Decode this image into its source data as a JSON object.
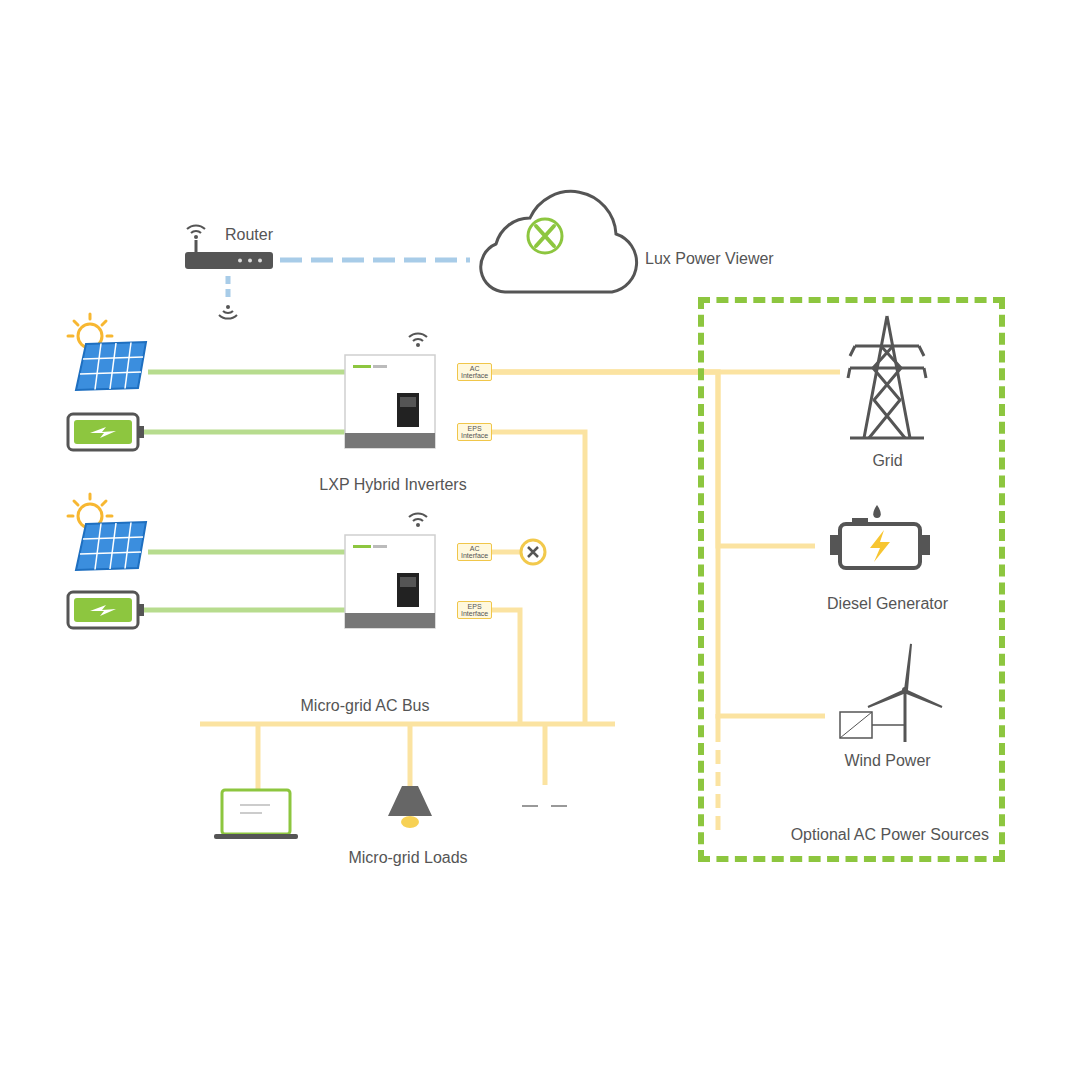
{
  "diagram": {
    "nodes": [
      {
        "text": [
          "Optional AC Power Sources"
        ]
      },
      {
        "text": [
          "Grid"
        ],
        "in": 0
      },
      {
        "text": [
          "Diesel Generator"
        ],
        "in": 0
      },
      {
        "text": [
          "Wind Power"
        ],
        "in": 0
      },
      {
        "text": [
          "AC Interface"
        ]
      },
      {
        "text": [
          "EPS Interface"
        ]
      },
      {
        "text": [
          "AC Interface"
        ]
      },
      {
        "text": [
          "EPS Interface"
        ]
      }
    ],
    "edges": [
      {
        "from": 4,
        "to": 1,
        "arrow": "none"
      },
      {
        "from": 4,
        "to": 2,
        "arrow": "none"
      },
      {
        "from": 4,
        "to": 3,
        "arrow": "none"
      }
    ],
    "labels": [
      "Router",
      "Lux Power Viewer",
      "LXP Hybrid Inverters",
      "Micro-grid AC Bus",
      "Micro-grid Loads"
    ]
  }
}
